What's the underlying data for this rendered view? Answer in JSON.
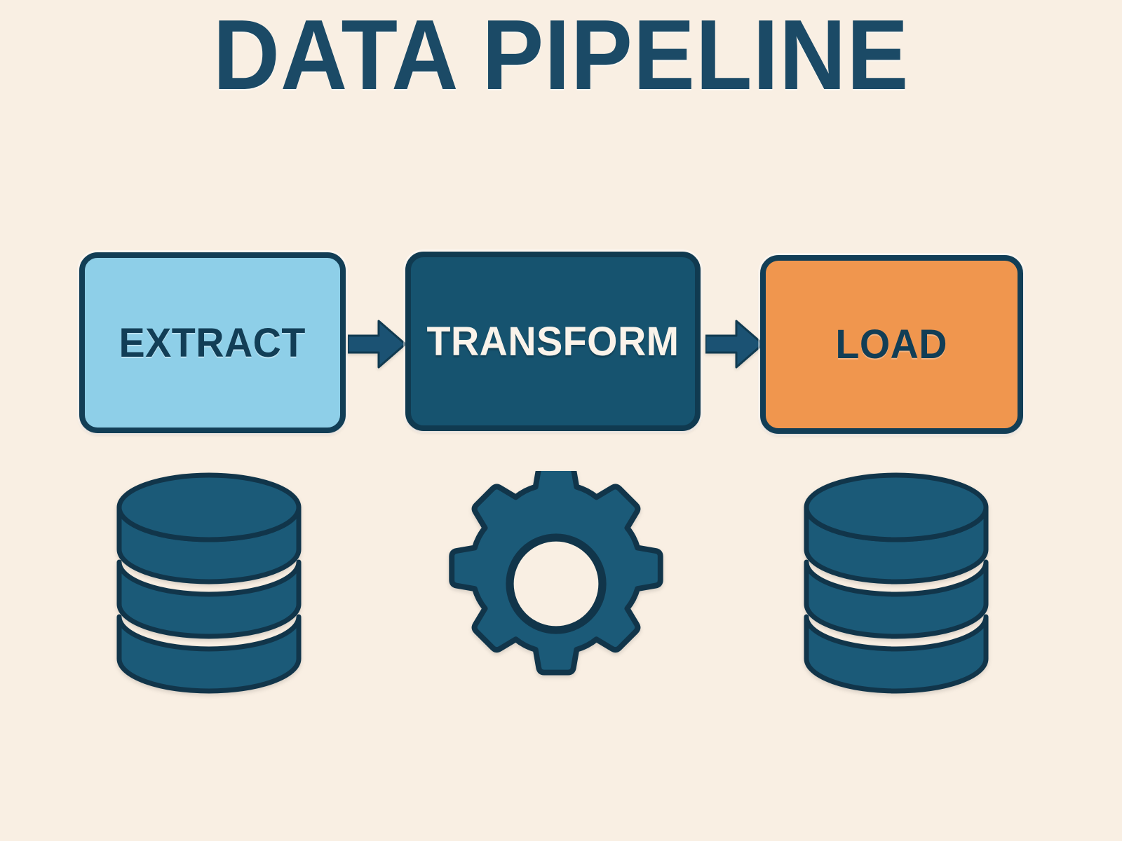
{
  "page": {
    "title": "DATA PIPELINE",
    "background_color": "#f9efe3"
  },
  "colors": {
    "background": "#f9efe3",
    "navy_dark": "#123e56",
    "teal": "#16536f",
    "light_blue": "#8ecfe8",
    "orange": "#f0964e",
    "cream_text": "#faf3ea"
  },
  "diagram": {
    "type": "flow",
    "stages": [
      {
        "id": "extract",
        "label": "EXTRACT",
        "fill_color": "#8ecfe8",
        "border_color": "#123e56",
        "text_color": "#123e56",
        "icon": "database-icon",
        "icon_label": "database-cylinder-stack"
      },
      {
        "id": "transform",
        "label": "TRANSFORM",
        "fill_color": "#16536f",
        "border_color": "#103a50",
        "text_color": "#faf3ea",
        "icon": "gear-icon",
        "icon_label": "gear-eight-tooth"
      },
      {
        "id": "load",
        "label": "LOAD",
        "fill_color": "#f0964e",
        "border_color": "#123e56",
        "text_color": "#123e56",
        "icon": "database-icon",
        "icon_label": "database-cylinder-stack"
      }
    ],
    "connectors": [
      {
        "id": "arrow-1",
        "from": "extract",
        "to": "transform",
        "shape": "right-arrow",
        "color": "#1b5273"
      },
      {
        "id": "arrow-2",
        "from": "transform",
        "to": "load",
        "shape": "right-arrow",
        "color": "#1b5273"
      }
    ],
    "icons": [
      {
        "id": "db-source",
        "name": "database-icon",
        "color": "#1b5a78",
        "segments": 3
      },
      {
        "id": "gear-process",
        "name": "gear-icon",
        "color": "#1b5a78",
        "teeth": 8
      },
      {
        "id": "db-target",
        "name": "database-icon",
        "color": "#1b5a78",
        "segments": 3
      }
    ]
  }
}
